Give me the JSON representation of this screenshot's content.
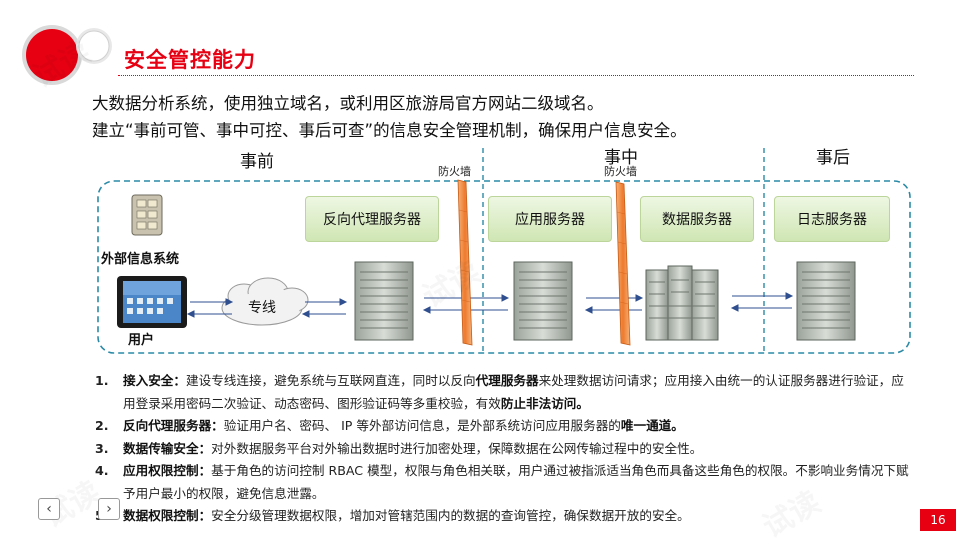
{
  "header": {
    "title": "安全管控能力"
  },
  "intro": [
    "大数据分析系统，使用独立域名，或利用区旅游局官方网站二级域名。",
    "建立“事前可管、事中可控、事后可查”的信息安全管理机制，确保用户信息安全。"
  ],
  "diagram": {
    "phase_before": "事前",
    "phase_during": "事中",
    "phase_after": "事后",
    "firewall_label": "防火墙",
    "proxy_server": "反向代理服务器",
    "app_server": "应用服务器",
    "data_server": "数据服务器",
    "log_server": "日志服务器",
    "external_system": "外部信息系统",
    "user": "用户",
    "dedicated_line": "专线"
  },
  "list": [
    {
      "num": "1.",
      "term": "接入安全：",
      "text_a": "建设专线连接，避免系统与互联网直连，同时以反向",
      "bold_b": "代理服务器",
      "text_c": "来处理数据访问请求；应用接入由统一的认证服务器进行验证，应用登录采用密码二次验证、动态密码、图形验证码等多重校验，有效",
      "bold_d": "防止非法访问。",
      "text_e": ""
    },
    {
      "num": "2.",
      "term": "反向代理服务器：",
      "text_a": "验证用户名、密码、 IP 等外部访问信息，是外部系统访问应用服务器的",
      "bold_b": "唯一通道。",
      "text_c": "",
      "bold_d": "",
      "text_e": ""
    },
    {
      "num": "3.",
      "term": "数据传输安全：",
      "text_a": "对外数据服务平台对外输出数据时进行加密处理，保障数据在公网传输过程中的安全性。",
      "bold_b": "",
      "text_c": "",
      "bold_d": "",
      "text_e": ""
    },
    {
      "num": "4.",
      "term": "应用权限控制：",
      "text_a": "基于角色的访问控制 RBAC 模型，权限与角色相关联，用户通过被指派适当角色而具备这些角色的权限。不影响业务情况下赋予用户最小的权限，避免信息泄露。",
      "bold_b": "",
      "text_c": "",
      "bold_d": "",
      "text_e": ""
    },
    {
      "num": "5.",
      "term": "数据权限控制：",
      "text_a": "安全分级管理数据权限，增加对管辖范围内的数据的查询管控，确保数据开放的安全。",
      "bold_b": "",
      "text_c": "",
      "bold_d": "",
      "text_e": ""
    }
  ],
  "footer": {
    "prev": "‹",
    "next": "›",
    "page_number": "16"
  },
  "watermark": "试读",
  "colors": {
    "accent": "#e60012",
    "box_green": "#cfe6b3",
    "dashed_border": "#2a8aa6",
    "firewall": "#f08a3a"
  }
}
